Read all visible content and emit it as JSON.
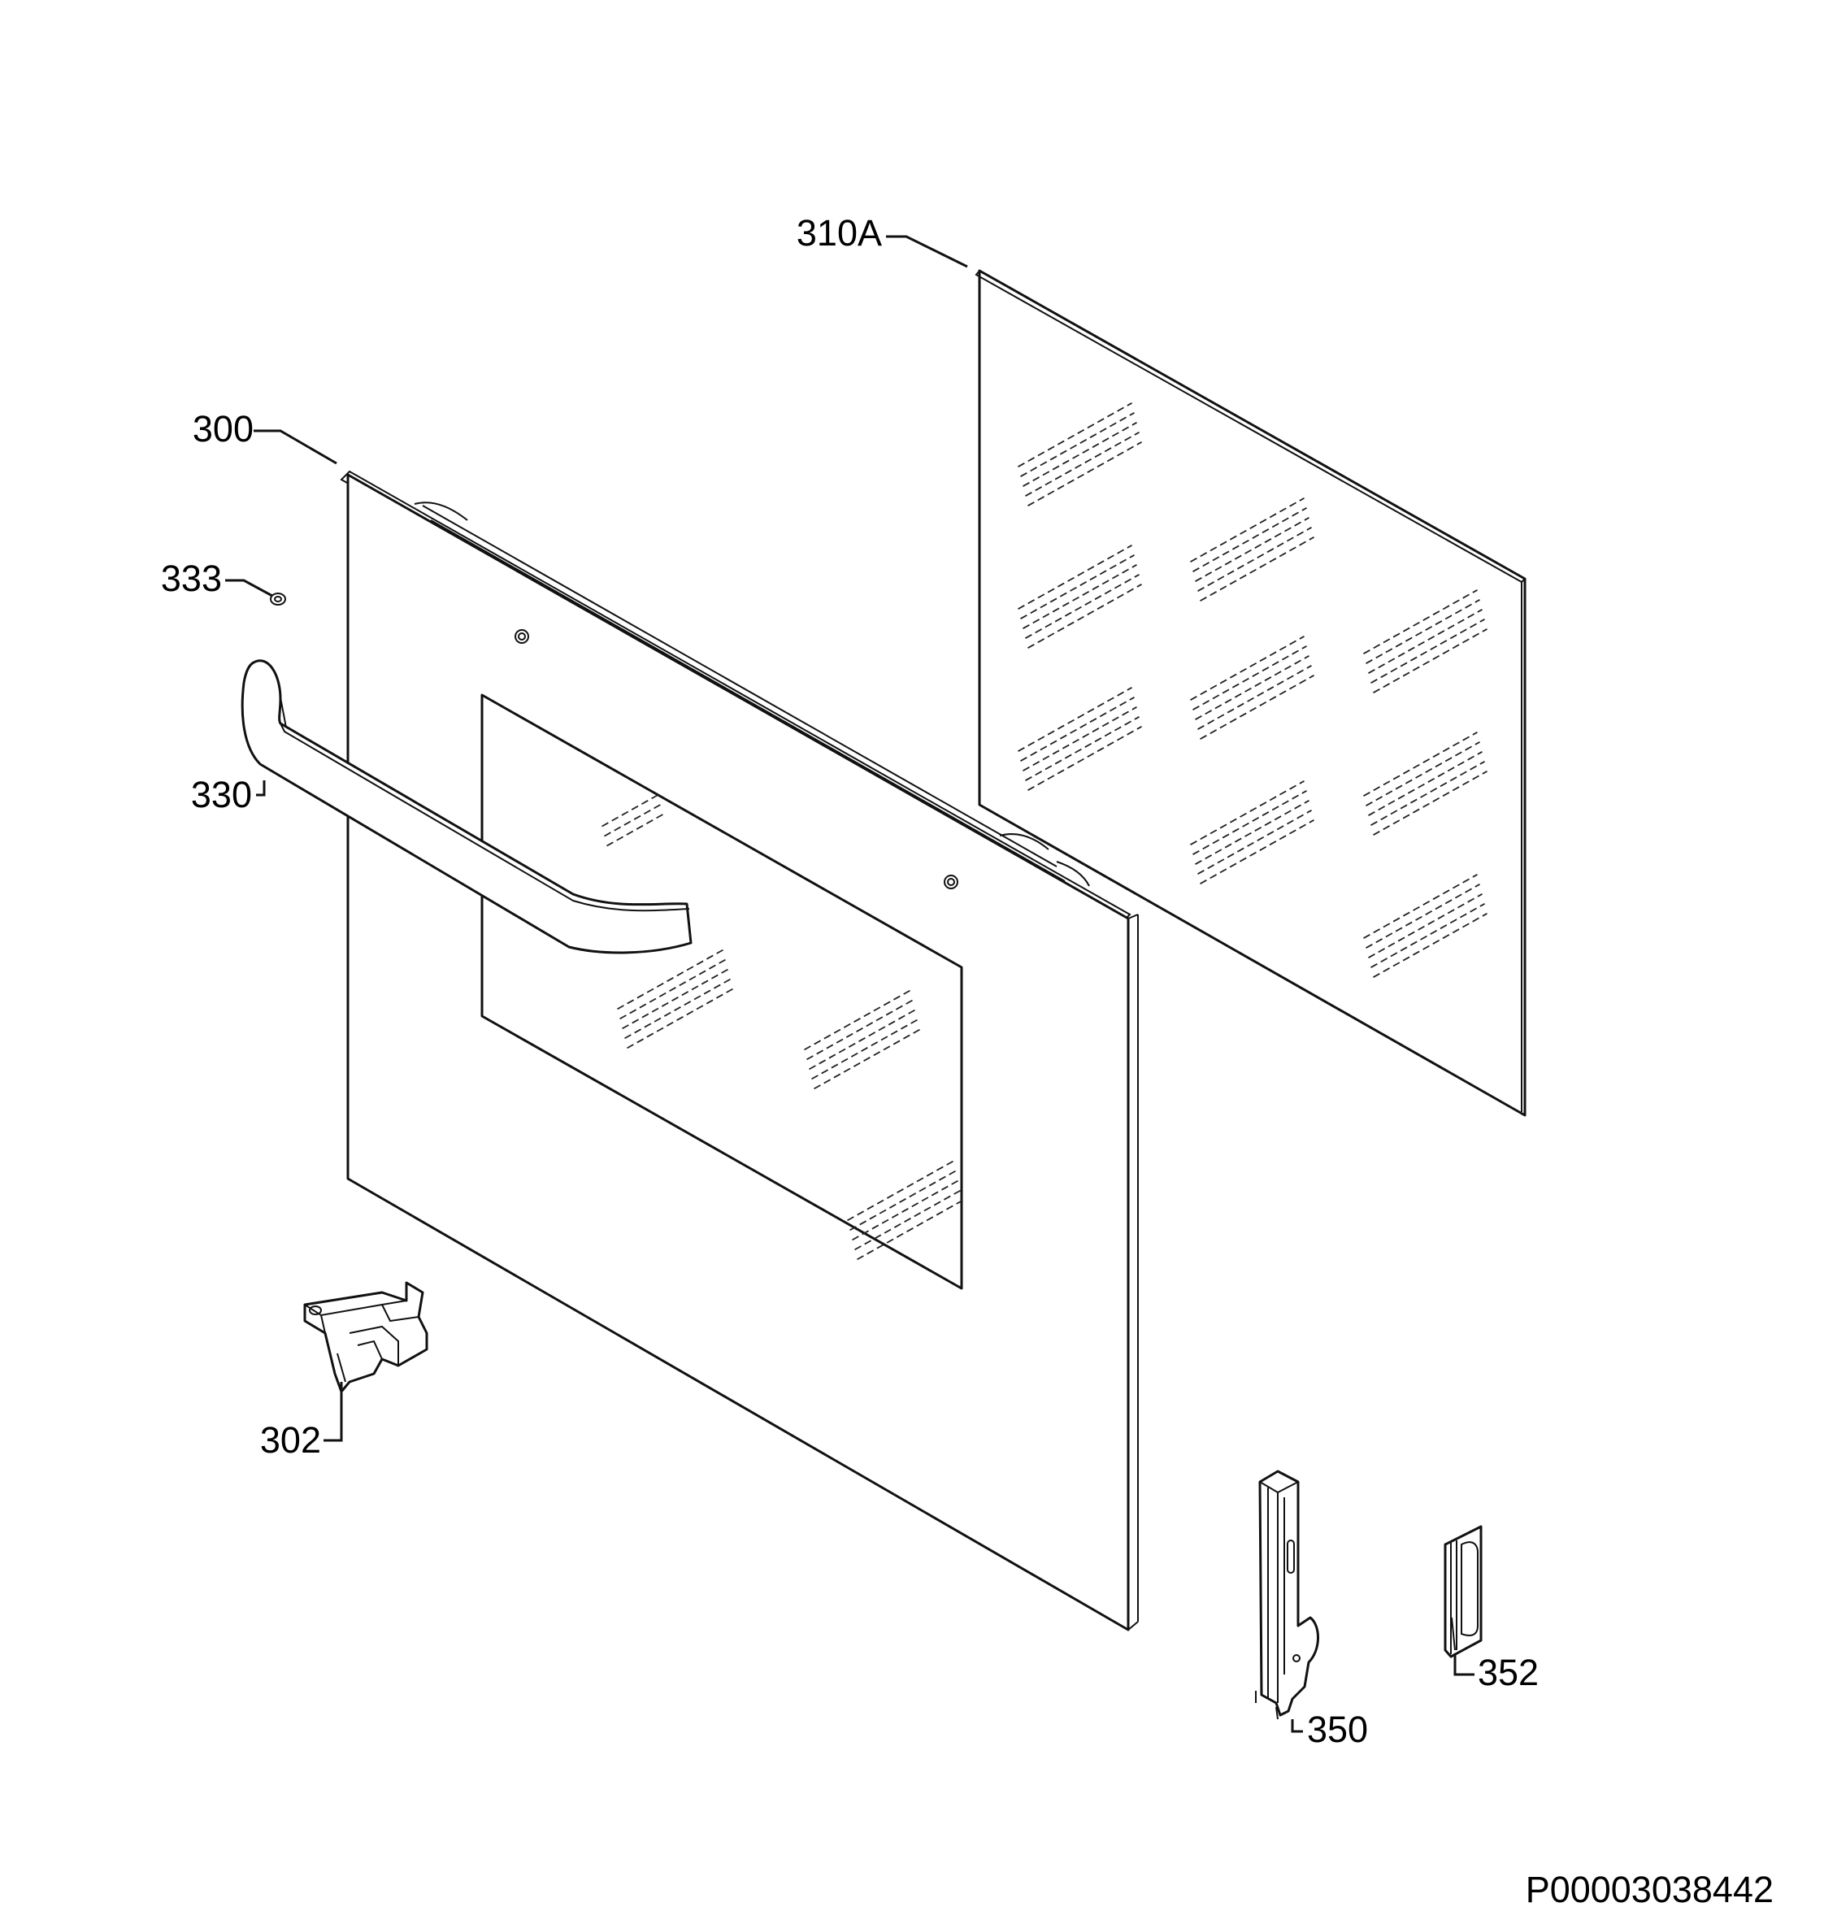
{
  "callouts": {
    "p310a": "310A",
    "p300": "300",
    "p333": "333",
    "p330": "330",
    "p302": "302",
    "p350": "350",
    "p352": "352"
  },
  "drawing_code": "P00003038442"
}
